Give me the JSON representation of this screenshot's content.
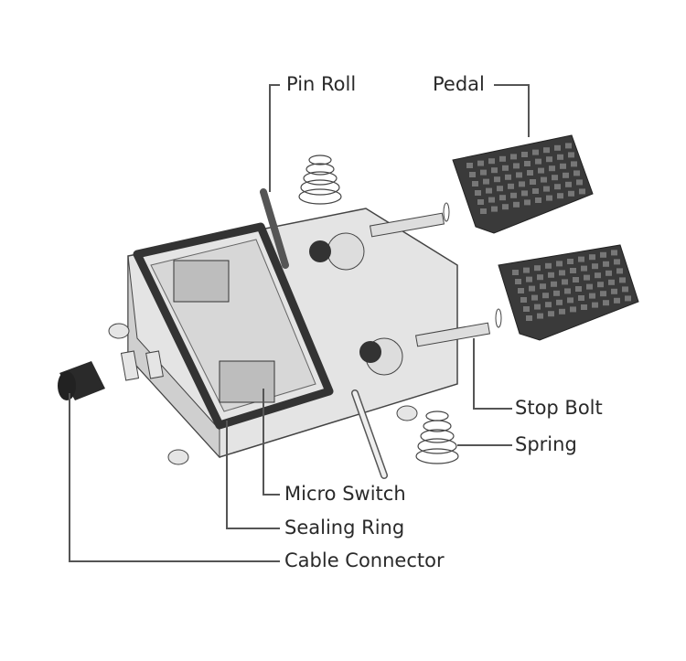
{
  "labels": {
    "pin_roll": "Pin Roll",
    "pedal": "Pedal",
    "stop_bolt": "Stop Bolt",
    "spring": "Spring",
    "micro_switch": "Micro Switch",
    "sealing_ring": "Sealing Ring",
    "cable_connector": "Cable Connector"
  },
  "colors": {
    "line": "#555555",
    "housing": "#e2e2e2",
    "dark": "#333333",
    "pedal": "#3a3a3a"
  }
}
